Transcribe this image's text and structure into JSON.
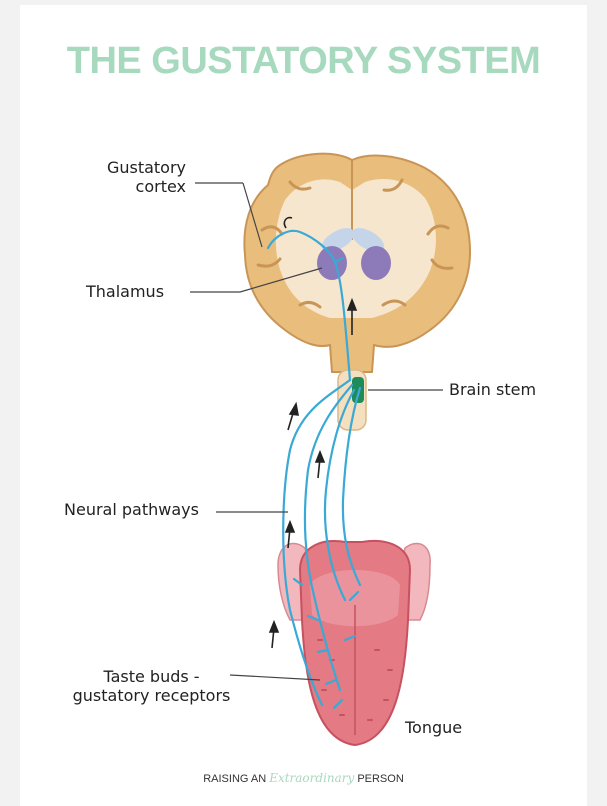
{
  "title": "THE GUSTATORY SYSTEM",
  "labels": {
    "gustatory_cortex": [
      "Gustatory",
      "cortex"
    ],
    "thalamus": "Thalamus",
    "brain_stem": "Brain stem",
    "neural_pathways": "Neural pathways",
    "taste_buds": [
      "Taste buds -",
      "gustatory receptors"
    ],
    "tongue": "Tongue"
  },
  "footer": {
    "prefix": "RAISING AN",
    "script": "Extraordinary",
    "suffix": "PERSON"
  },
  "colors": {
    "title": "#a6d9bd",
    "nerve": "#3aa9d6",
    "brain": "#e9bd7c",
    "tongue": "#e37a84",
    "thalamus": "#8d7ab8",
    "brainstem_marker": "#1f8a5a"
  }
}
